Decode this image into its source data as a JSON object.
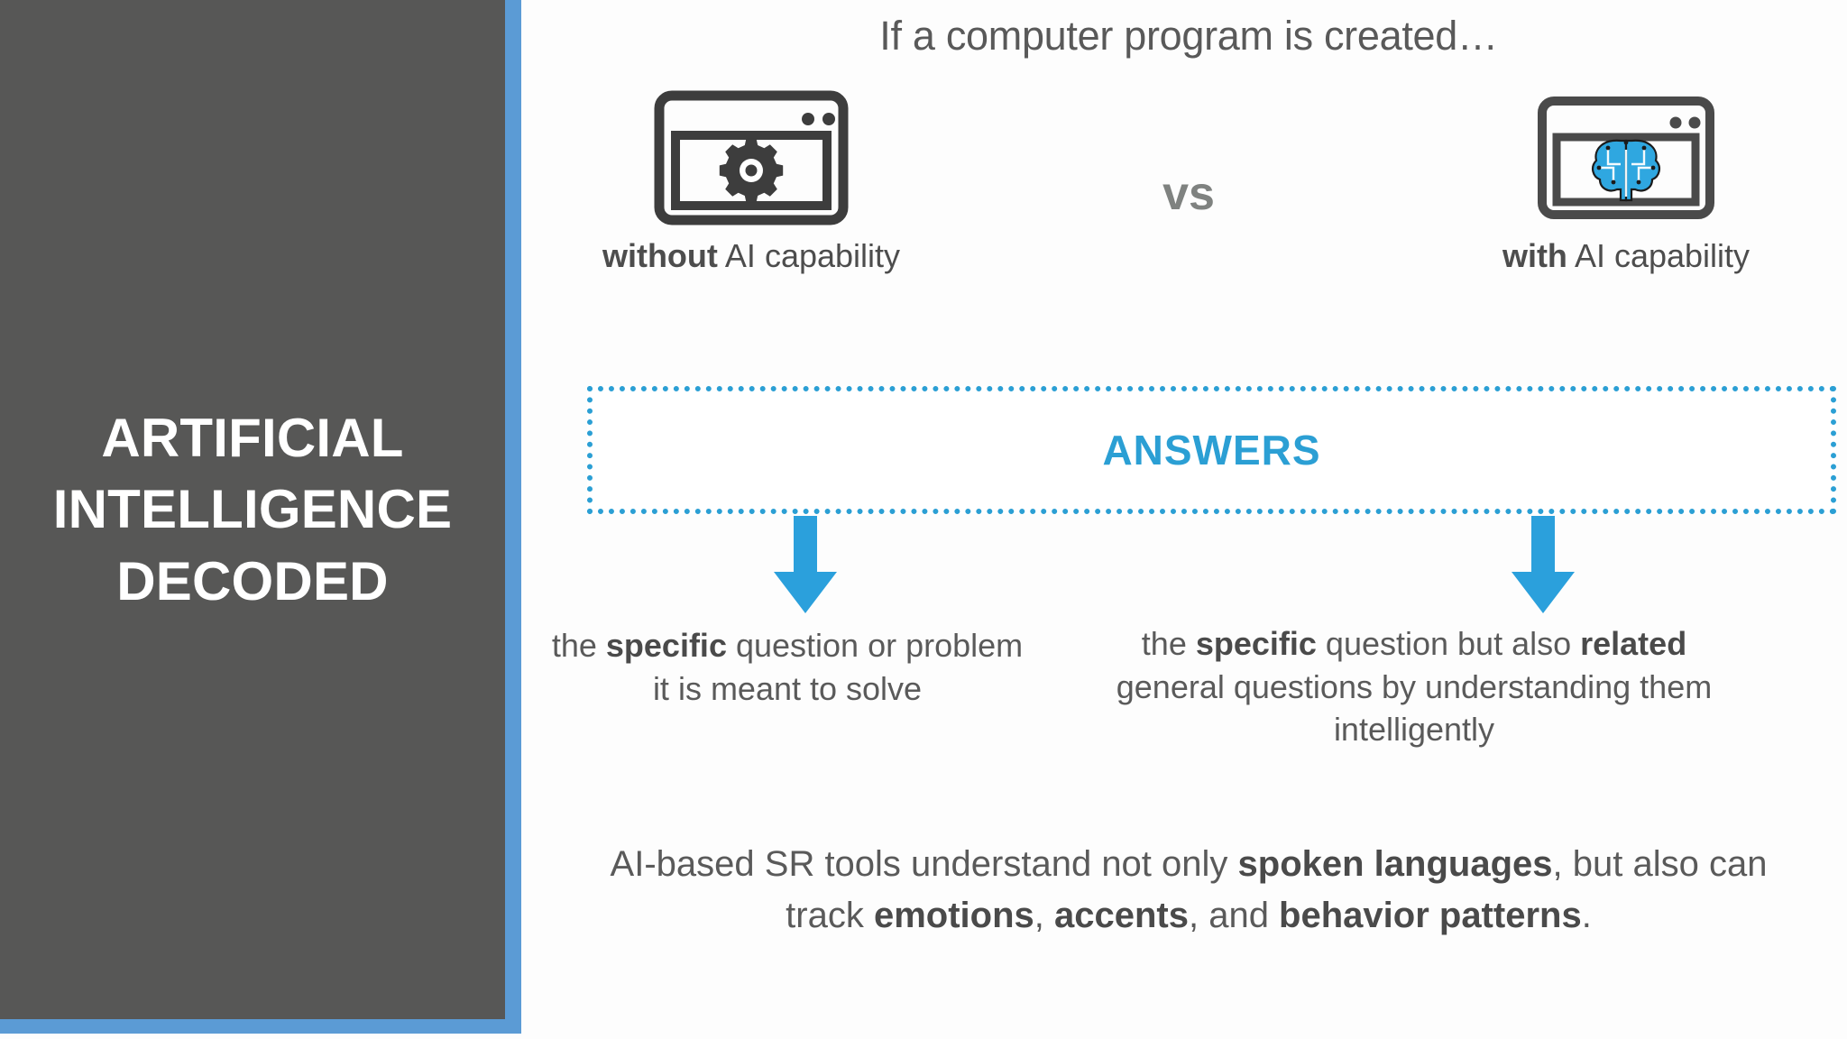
{
  "slide": {
    "title_panel": {
      "title": "ARTIFICIAL\nINTELLIGENCE\nDECODED",
      "background_color": "#575756",
      "frame_color": "#5b9bd5",
      "text_color": "#ffffff"
    },
    "headline": "If a computer program is created…",
    "comparison": {
      "vs_label": "vs",
      "vs_color": "#7f8280",
      "items": [
        {
          "icon": "browser-window-gear-icon",
          "caption_bold": "without",
          "caption_rest": " AI capability"
        },
        {
          "icon": "browser-window-ai-brain-icon",
          "caption_bold": "with",
          "caption_rest": " AI capability"
        }
      ]
    },
    "answers_box": {
      "label": "ANSWERS",
      "border_color": "#2b9fd4",
      "text_color": "#2b9fd4"
    },
    "arrows": {
      "color": "#2ba0dc",
      "direction": "down",
      "count": 2
    },
    "outcomes": [
      {
        "segments": [
          {
            "text": "the ",
            "bold": false
          },
          {
            "text": "specific",
            "bold": true
          },
          {
            "text": " question or problem it is meant to solve",
            "bold": false
          }
        ]
      },
      {
        "segments": [
          {
            "text": "the ",
            "bold": false
          },
          {
            "text": "specific",
            "bold": true
          },
          {
            "text": " question but also ",
            "bold": false
          },
          {
            "text": "related",
            "bold": true
          },
          {
            "text": " general questions by understanding them intelligently",
            "bold": false
          }
        ]
      }
    ],
    "summary": {
      "segments": [
        {
          "text": "AI-based SR tools understand not only ",
          "bold": false
        },
        {
          "text": "spoken languages",
          "bold": true
        },
        {
          "text": ", but also can track ",
          "bold": false
        },
        {
          "text": "emotions",
          "bold": true
        },
        {
          "text": ", ",
          "bold": false
        },
        {
          "text": "accents",
          "bold": true
        },
        {
          "text": ", and ",
          "bold": false
        },
        {
          "text": "behavior patterns",
          "bold": true
        },
        {
          "text": ".",
          "bold": false
        }
      ]
    }
  }
}
